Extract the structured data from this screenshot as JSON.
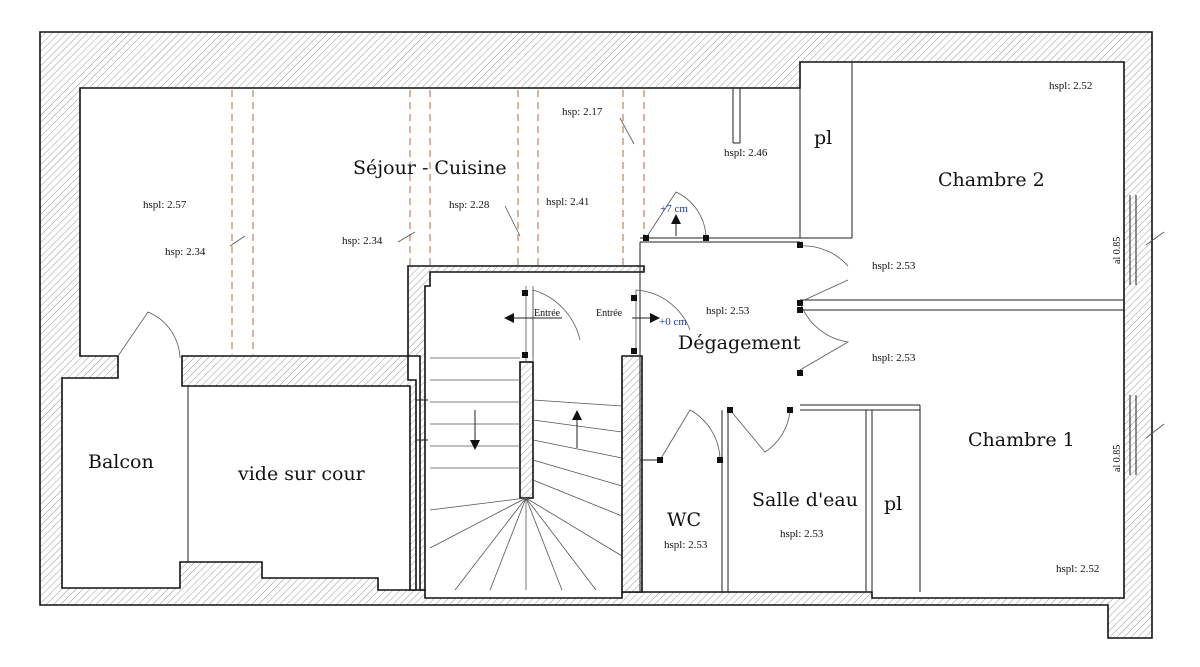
{
  "rooms": {
    "sejour": "Séjour - Cuisine",
    "chambre2": "Chambre 2",
    "chambre1": "Chambre 1",
    "degagement": "Dégagement",
    "balcon": "Balcon",
    "vide": "vide sur cour",
    "wc": "WC",
    "salle_eau": "Salle d'eau",
    "pl_top": "pl",
    "pl_bottom": "pl"
  },
  "heights": {
    "sejour_hspl": "hspl: 2.57",
    "hsp_234_a": "hsp: 2.34",
    "hsp_234_b": "hsp: 2.34",
    "hsp_228": "hsp: 2.28",
    "hspl_241": "hspl: 2.41",
    "hsp_217": "hsp: 2.17",
    "hspl_246": "hspl: 2.46",
    "ch2_corner": "hspl: 2.52",
    "ch2_main": "hspl: 2.53",
    "degagement": "hspl: 2.53",
    "ch1_main": "hspl: 2.53",
    "ch1_corner": "hspl: 2.52",
    "wc": "hspl: 2.53",
    "salle_eau": "hspl: 2.53"
  },
  "levels": {
    "plus7": "+7 cm",
    "plus0": "+0 cm"
  },
  "entrances": {
    "left": "Entrée",
    "right": "Entrée"
  },
  "windows": {
    "top": "al 0.85",
    "bottom": "al 0.85"
  }
}
